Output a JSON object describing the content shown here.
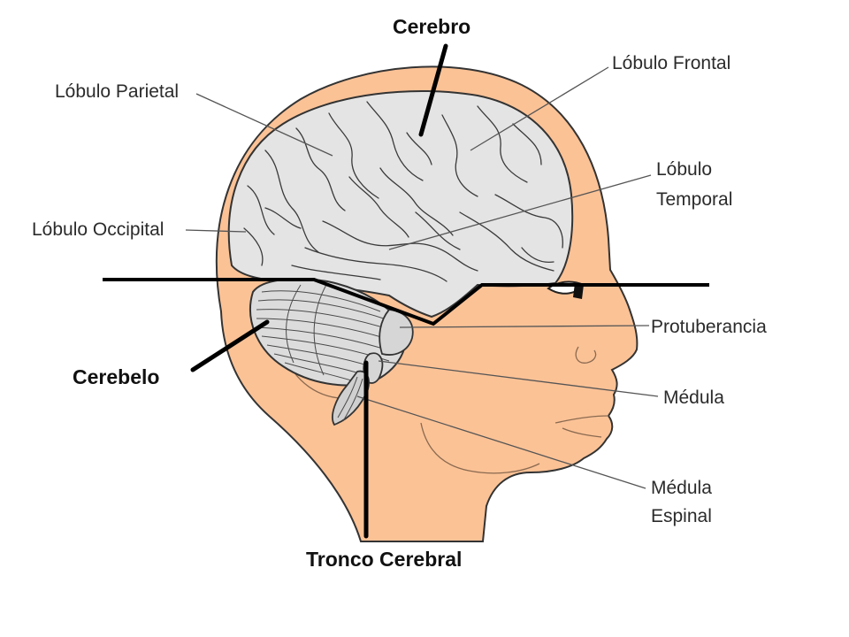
{
  "colors": {
    "skin": "#fbc296",
    "brain": "#e4e4e4",
    "outline": "#333333",
    "cut_line": "#000000"
  },
  "labels": {
    "cerebro": "Cerebro",
    "lobulo_frontal": "Lóbulo Frontal",
    "lobulo_parietal": "Lóbulo Parietal",
    "lobulo_temporal_line1": "Lóbulo",
    "lobulo_temporal_line2": "Temporal",
    "lobulo_occipital": "Lóbulo Occipital",
    "protuberancia": "Protuberancia",
    "cerebelo": "Cerebelo",
    "medula": "Médula",
    "medula_espinal_line1": "Médula",
    "medula_espinal_line2": "Espinal",
    "tronco_cerebral": "Tronco Cerebral"
  }
}
